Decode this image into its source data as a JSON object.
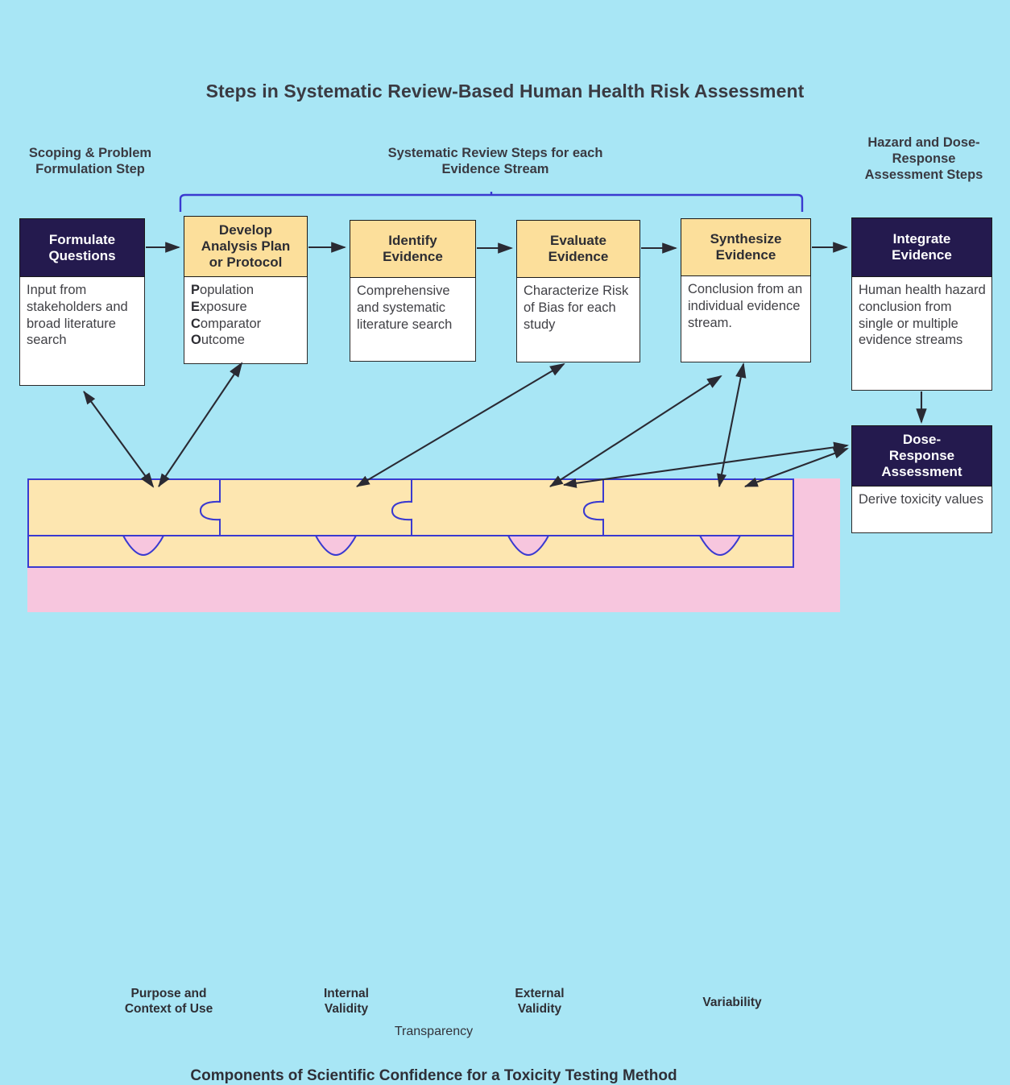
{
  "page": {
    "title": "Steps in Systematic Review-Based Human Health Risk Assessment",
    "background_color": "#a8e6f5"
  },
  "colors": {
    "background": "#a8e6f5",
    "dark_header": "#241a4e",
    "gold_header": "#fcdf9b",
    "puzzle_fill": "#fde6b0",
    "puzzle_stroke": "#3a3ad0",
    "pink_panel": "#f7c6de",
    "bracket": "#3a3ad0",
    "arrow": "#2a2a33",
    "text": "#3a3a42"
  },
  "section_headers": {
    "left": "Scoping & Problem\nFormulation Step",
    "middle": "Systematic Review Steps for each\nEvidence Stream",
    "right": "Hazard and Dose-\nResponse\nAssessment Steps"
  },
  "nodes": [
    {
      "id": "formulate-questions",
      "header": "Formulate\nQuestions",
      "style": "dark",
      "body": "Input from stakeholders and broad literature search"
    },
    {
      "id": "develop-analysis-plan",
      "header": "Develop\nAnalysis Plan\nor Protocol",
      "style": "gold",
      "body_html": true,
      "body_lines": [
        "Population",
        "Exposure",
        "Comparator",
        "Outcome"
      ],
      "body": "Population\nExposure\nComparator\nOutcome"
    },
    {
      "id": "identify-evidence",
      "header": "Identify\nEvidence",
      "style": "gold",
      "body": "Comprehensive and systematic literature search"
    },
    {
      "id": "evaluate-evidence",
      "header": "Evaluate\nEvidence",
      "style": "gold",
      "body": "Characterize Risk of Bias for each study"
    },
    {
      "id": "synthesize-evidence",
      "header": "Synthesize\nEvidence",
      "style": "gold",
      "body": "Conclusion from an individual evidence stream."
    },
    {
      "id": "integrate-evidence",
      "header": "Integrate\nEvidence",
      "style": "dark",
      "body": "Human health hazard conclusion from single or multiple evidence streams"
    },
    {
      "id": "dose-response-assessment",
      "header": "Dose-\nResponse\nAssessment",
      "style": "dark",
      "body": "Derive toxicity values"
    }
  ],
  "puzzle": {
    "pieces": [
      "Purpose and\nContext of Use",
      "Internal\nValidity",
      "External\nValidity",
      "Variability"
    ],
    "base_piece": "Transparency",
    "caption": "Components of Scientific Confidence for a Toxicity Testing Method"
  }
}
